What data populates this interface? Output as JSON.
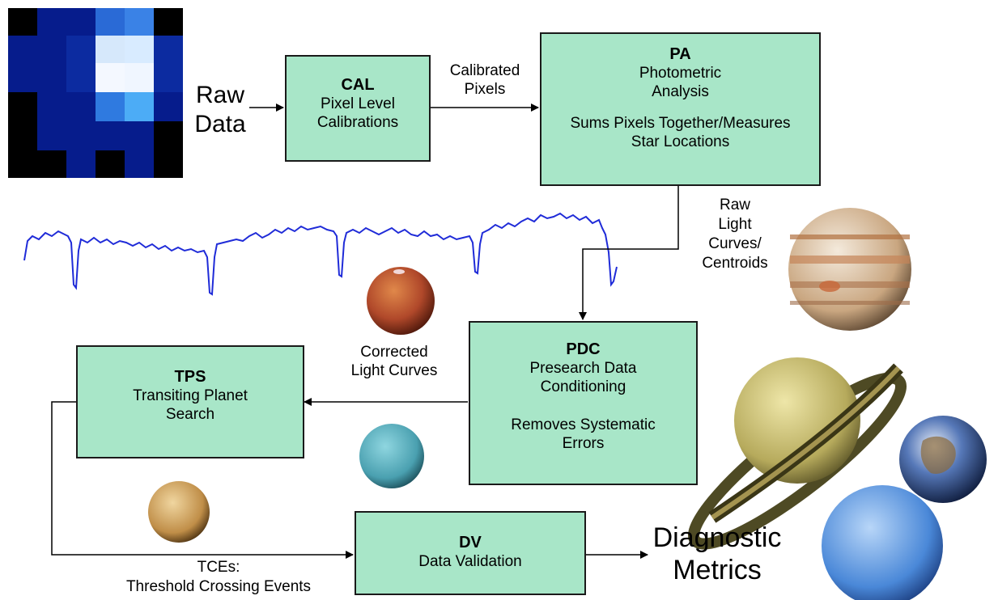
{
  "input": {
    "line1": "Raw",
    "line2": "Data"
  },
  "cal": {
    "title": "CAL",
    "line1": "Pixel Level",
    "line2": "Calibrations"
  },
  "calibrated_pixels": {
    "line1": "Calibrated",
    "line2": "Pixels"
  },
  "pa": {
    "title": "PA",
    "line1": "Photometric",
    "line2": "Analysis",
    "detail1": "Sums Pixels Together/Measures",
    "detail2": "Star Locations"
  },
  "raw_light_curves": {
    "line1": "Raw",
    "line2": "Light",
    "line3": "Curves/",
    "line4": "Centroids"
  },
  "pdc": {
    "title": "PDC",
    "line1": "Presearch Data",
    "line2": "Conditioning",
    "detail1": "Removes Systematic",
    "detail2": "Errors"
  },
  "corrected_light_curves": {
    "line1": "Corrected",
    "line2": "Light Curves"
  },
  "tps": {
    "title": "TPS",
    "line1": "Transiting Planet",
    "line2": "Search"
  },
  "tces": {
    "line1": "TCEs:",
    "line2": "Threshold Crossing Events"
  },
  "dv": {
    "title": "DV",
    "line1": "Data Validation"
  },
  "output": {
    "line1": "Diagnostic",
    "line2": "Metrics"
  },
  "colors": {
    "box_fill": "#a8e6c8",
    "box_border": "#1a1a1a",
    "light_curve": "#1f2bd8"
  },
  "images": [
    "pixel-grid",
    "light-curve-plot",
    "mars-icon",
    "jupiter-icon",
    "saturn-icon",
    "uranus-icon",
    "venus-icon",
    "earth-icon",
    "neptune-icon"
  ]
}
